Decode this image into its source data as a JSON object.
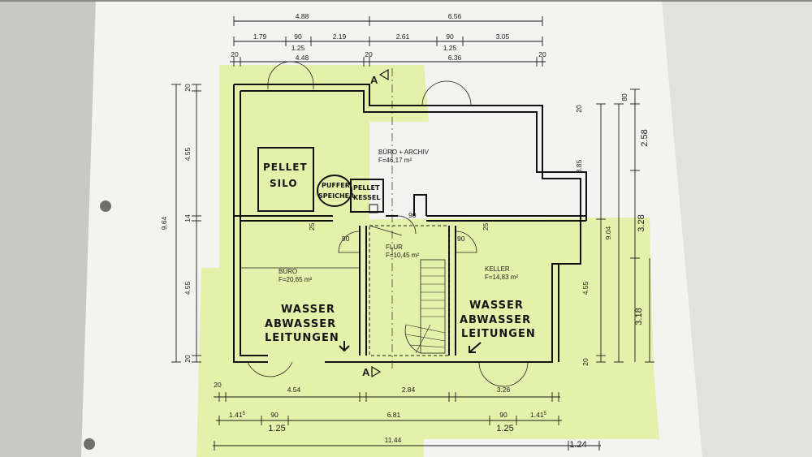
{
  "colors": {
    "highlight": "#e6f3a8",
    "paper": "#f4f4f2",
    "ink": "#151515",
    "background": "#7b7b78"
  },
  "dims": {
    "top1_left": "4.88",
    "top1_right": "6.56",
    "top2_a": "1.79",
    "top2_b": "90",
    "top2_b2": "1.25",
    "top2_c": "2.19",
    "top2_d": "2.61",
    "top2_e": "90",
    "top2_e2": "1.25",
    "top2_f": "3.05",
    "top3_w1": "20",
    "top3_a": "4.48",
    "top3_w2": "20",
    "top3_b": "6.36",
    "top3_w3": "20",
    "left_total": "9.64",
    "left_w1": "20",
    "left_a": "4.55",
    "left_w2": "14",
    "left_b": "4.55",
    "left_w3": "20",
    "right_total": "9.04",
    "right_a": "3.85",
    "right_b": "4.55",
    "right_w1": "20",
    "right_w2": "20",
    "right2_w": "80",
    "right2_a": "2.58",
    "right2_b": "3.28",
    "right2_c": "3.18",
    "bot1_w1": "20",
    "bot1_a": "4.54",
    "bot1_b": "2.84",
    "bot1_c": "3.26",
    "bot2_a": "1.41",
    "bot2_a_sup": "5",
    "bot2_b": "90",
    "bot2_b2": "1.25",
    "bot2_c": "6.81",
    "bot2_d": "90",
    "bot2_d2": "1.25",
    "bot2_e": "1.41",
    "bot2_e_sup": "5",
    "bot3_total": "11.44",
    "bot3_w": "1.24",
    "inner_25a": "25",
    "inner_90a": "90",
    "inner_90b": "90",
    "inner_90c": "90",
    "inner_25b": "25"
  },
  "section_markers": {
    "top": "A",
    "bottom": "A"
  },
  "rooms": {
    "buero_archiv": {
      "name": "BÜRO + ARCHIV",
      "area": "F=46,17 m²"
    },
    "buero": {
      "name": "BÜRO",
      "area": "F=20,65 m²"
    },
    "flur": {
      "name": "FLUR",
      "area": "F=10,45 m²"
    },
    "keller": {
      "name": "KELLER",
      "area": "F=14,83 m²"
    }
  },
  "handwritten": {
    "pellet_silo_1": "PELLET",
    "pellet_silo_2": "SILO",
    "puffer_1": "PUFFER",
    "puffer_2": "SPEICHER",
    "kessel_1": "PELLET",
    "kessel_2": "KESSEL",
    "left_note_1": "WASSER",
    "left_note_2": "ABWASSER",
    "left_note_3": "LEITUNGEN",
    "right_note_1": "WASSER",
    "right_note_2": "ABWASSER",
    "right_note_3": "LEITUNGEN"
  }
}
